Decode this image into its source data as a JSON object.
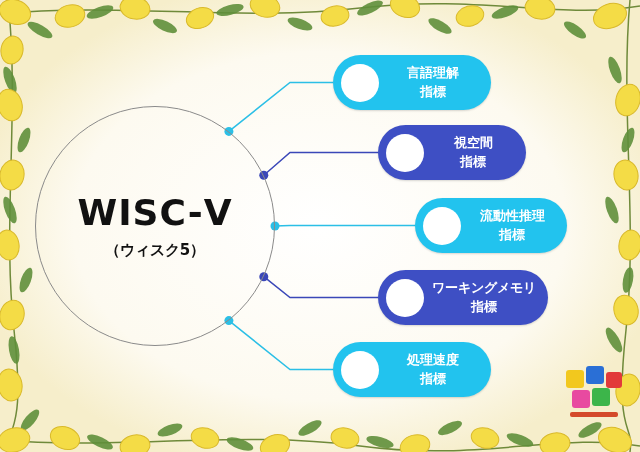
{
  "diagram": {
    "nodes": [
      {
        "text": [
          "WISC-Ⅴ",
          "（ウィスク5）"
        ]
      },
      {
        "text": [
          "言語理解 指標"
        ]
      },
      {
        "text": [
          "視空間 指標"
        ]
      },
      {
        "text": [
          "流動性推理 指標"
        ]
      },
      {
        "text": [
          "ワーキングメモリ 指標"
        ]
      },
      {
        "text": [
          "処理速度 指標"
        ]
      }
    ],
    "edges": [
      {
        "from": 0,
        "to": 1,
        "arrow": "none"
      },
      {
        "from": 0,
        "to": 2,
        "arrow": "none"
      },
      {
        "from": 0,
        "to": 3,
        "arrow": "none"
      },
      {
        "from": 0,
        "to": 4,
        "arrow": "none"
      },
      {
        "from": 0,
        "to": 5,
        "arrow": "none"
      }
    ]
  }
}
